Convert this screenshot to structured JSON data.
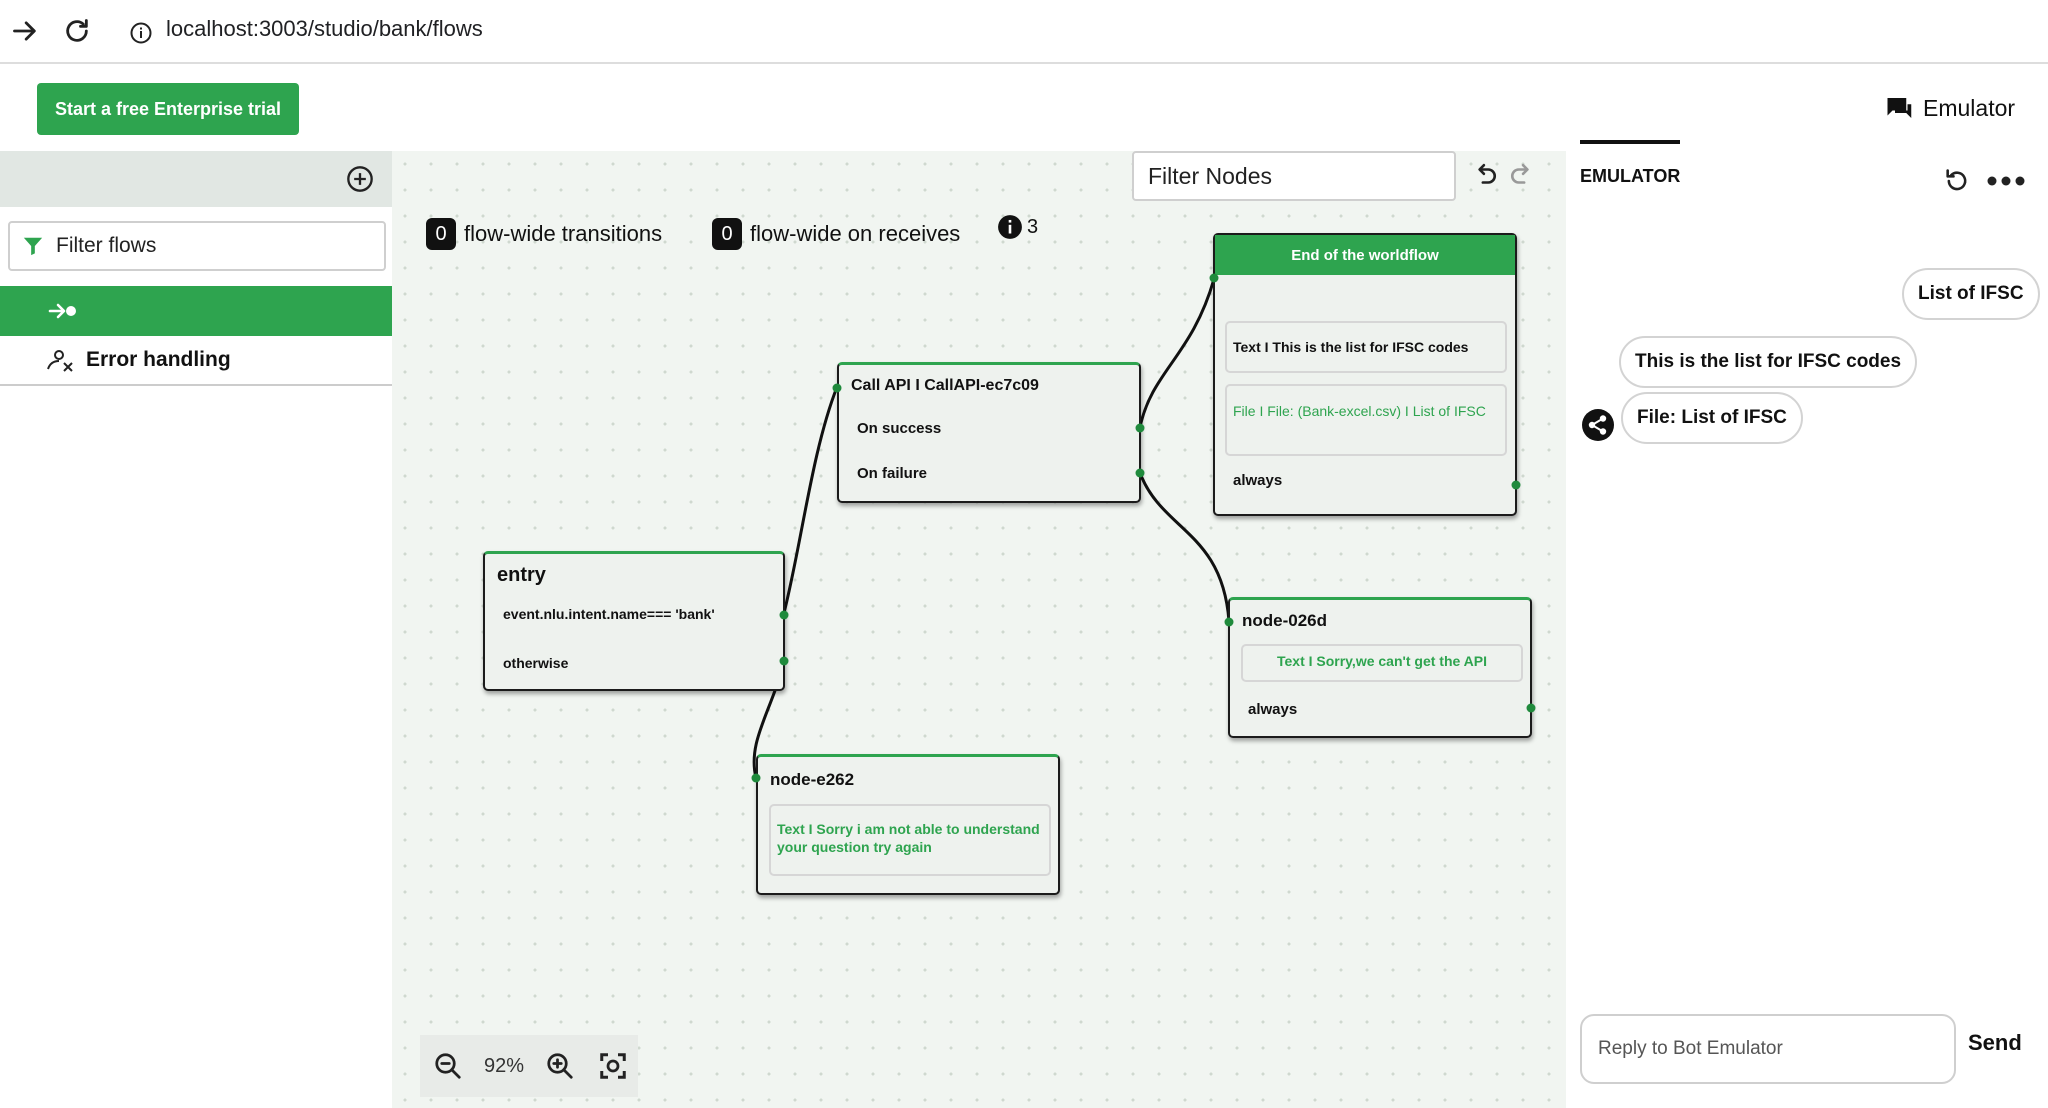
{
  "browser": {
    "url": "localhost:3003/studio/bank/flows"
  },
  "topbar": {
    "trial_label": "Start a free Enterprise trial",
    "emulator_label": "Emulator"
  },
  "sidebar": {
    "filter_label": "Filter flows",
    "flows": [
      {
        "label": "",
        "icon": "entry-flow-icon",
        "selected": true
      },
      {
        "label": "Error handling",
        "icon": "error-handling-icon",
        "selected": false
      }
    ]
  },
  "canvas": {
    "flow_wide_transitions_count": "0",
    "flow_wide_transitions_label": "flow-wide transitions",
    "flow_wide_receives_count": "0",
    "flow_wide_receives_label": "flow-wide on receives",
    "info_count": "3",
    "filter_nodes_label": "Filter Nodes",
    "zoom": "92%",
    "nodes": {
      "entry": {
        "title": "entry",
        "rows": [
          "event.nlu.intent.name=== 'bank'",
          "otherwise"
        ]
      },
      "callapi": {
        "title": "Call API I CallAPI-ec7c09",
        "rows": [
          "On success",
          "On failure"
        ]
      },
      "end": {
        "title": "End of the worldflow",
        "items": [
          "Text I This is the list for IFSC codes",
          "File I File: (Bank-excel.csv) I List of IFSC"
        ],
        "rows": [
          "always"
        ]
      },
      "n026d": {
        "title": "node-026d",
        "items": [
          "Text I Sorry,we can't get the API"
        ],
        "rows": [
          "always"
        ]
      },
      "e262": {
        "title": "node-e262",
        "items": [
          "Text I Sorry i am not able to understand your question try again"
        ]
      }
    }
  },
  "emulator": {
    "tab_label": "EMULATOR",
    "messages": [
      {
        "from": "user",
        "text": "List of IFSC"
      },
      {
        "from": "bot",
        "text": "This is the list for IFSC codes"
      },
      {
        "from": "bot",
        "text": "File: List of IFSC"
      }
    ],
    "reply_placeholder": "Reply to Bot Emulator",
    "send_label": "Send"
  },
  "colors": {
    "accent": "#2ea44f",
    "canvas_bg": "#f1f5f1",
    "sidebar_header": "#e1e7e3"
  }
}
